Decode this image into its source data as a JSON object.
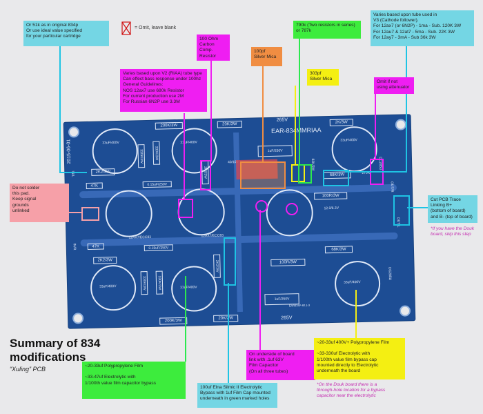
{
  "legend": {
    "text": "= Omit, leave blank"
  },
  "notes": {
    "cartridge": "Or 51k as in original 834p\nOr use ideal value specified\nfor your particular cartridge",
    "carbon": "100 Ohm\nCarbon Comp.\nResistor",
    "resistors": "790k (Two resistors in series)\nor 787k",
    "tube_v3": "Varies based upon tube used in\nV3 (Cathode follower).\nFor 12ax7 (or 6N2P) - 1ma - Sub. 120K 3W\nFor 12au7 & 12at7 - 5ma - Sub. 22K 3W\nFor 12ay7 - 3mA - Sub 36k 3W",
    "mica100": "100pf\nSilver Mica",
    "mica303": "303pf\nSilver Mica",
    "v2": "Varies based upon V2 (RIAA) tube type\nCan effect bass response under 100hz\nGeneral Guidelines:\nNOS 12ax7 use 680k Resistor\nFor current production use 2M\nFor Russian 6N2P use 3.3M",
    "attenuator": "Omit if not\nusing attenuator",
    "pad": "Do not solder\nthis pad.\nKeep signal\ngrounds\nunlinked",
    "trace": "Cut PCB Trace\nLinking B+\n(bottom of board)\nand B- (top of board)",
    "douk1": "*If you have the Douk\nboard, skip this step",
    "underside": "On underside of board\nlink with .1uf 63V\nFilm Capacitor\n(On all three tubes)",
    "elna": "100uf Elna Silmic II Electrolytic\nBypass with 1uf Film Cap mounted\nunderneath in green marked holes",
    "polyleft": "~20-33uf Polypropylene Film\n\n~33-47uf Electrolytic with\n1/100th value film capacitor bypass",
    "polyright": "~20-33uf 400V+ Polypropylene Film\n\n~33-330uf Electrolytic with\n1/100th value film bypass cap\nmounted directly to Electrolytic\nunderneath the board",
    "douk2": "*On the Douk board there is a\nthrough-hole location for a bypass\ncapacitor near the electrolytic"
  },
  "summary": {
    "title_line1": "Summary of 834",
    "title_line2": "modifications",
    "subtitle": "“Xuling” PCB"
  },
  "pcb": {
    "model": "EAR-834MMRIAA",
    "date": "2015-06-01",
    "v_top": "265V",
    "v_bottom": "265V",
    "labels": {
      "r200k_top": "200K/3W",
      "r200k_bot": "200K/3W",
      "r20k_top": "20K/3W",
      "r20k_bot": "20K/3W",
      "r2k_tr": "2K/3W",
      "r2k2_l": "2K2/3W",
      "r2k2_bl": "2K2/3W",
      "r2k2_mid": "2K2/3W",
      "r2k2_mid2": "2K2/3W",
      "r68k_top": "68K/3W",
      "r68k_bot": "68K/3W",
      "r100r_top": "100R/3W",
      "r100r_bot": "100R/3W",
      "r330k_l": "330K/3W",
      "r330k_bl": "330K/3W",
      "r330k_m": "330K/3W",
      "r330k_bm": "330K/3W",
      "r47k_top": "47K",
      "r47k_bot": "47K",
      "cap_top": "0.15uF/250V",
      "cap_bot": "0.15uF/250V",
      "cap_mid_top": "1uF/250V",
      "cap_mid_bot": "1uF/250V",
      "cap33_1": "33uF/400V",
      "cap33_2": "33uF/400V",
      "cap33_3": "33uF/400V",
      "cap33_4": "33uF/400V",
      "cap33_5": "33uF/400V",
      "cap33_6": "33uF/400V",
      "tube1": "12AX7/ECC83",
      "tube2": "12AX7/ECC83",
      "dc_top": "DC285U",
      "dc_bot": "DC285U",
      "in_l": "IN/L",
      "in_r": "IN/R",
      "out_r": "OUT/R",
      "out_l": "OUT/L",
      "small_mid": "12.0/6.3V",
      "fuse": "40/100",
      "r82k": "82K/3W",
      "r270k": "270K",
      "code": "EAR834P-60.1-3"
    }
  },
  "colors": {
    "board": "#1d4d94",
    "trace": "#3869b7",
    "silk": "#e4ecfa"
  }
}
